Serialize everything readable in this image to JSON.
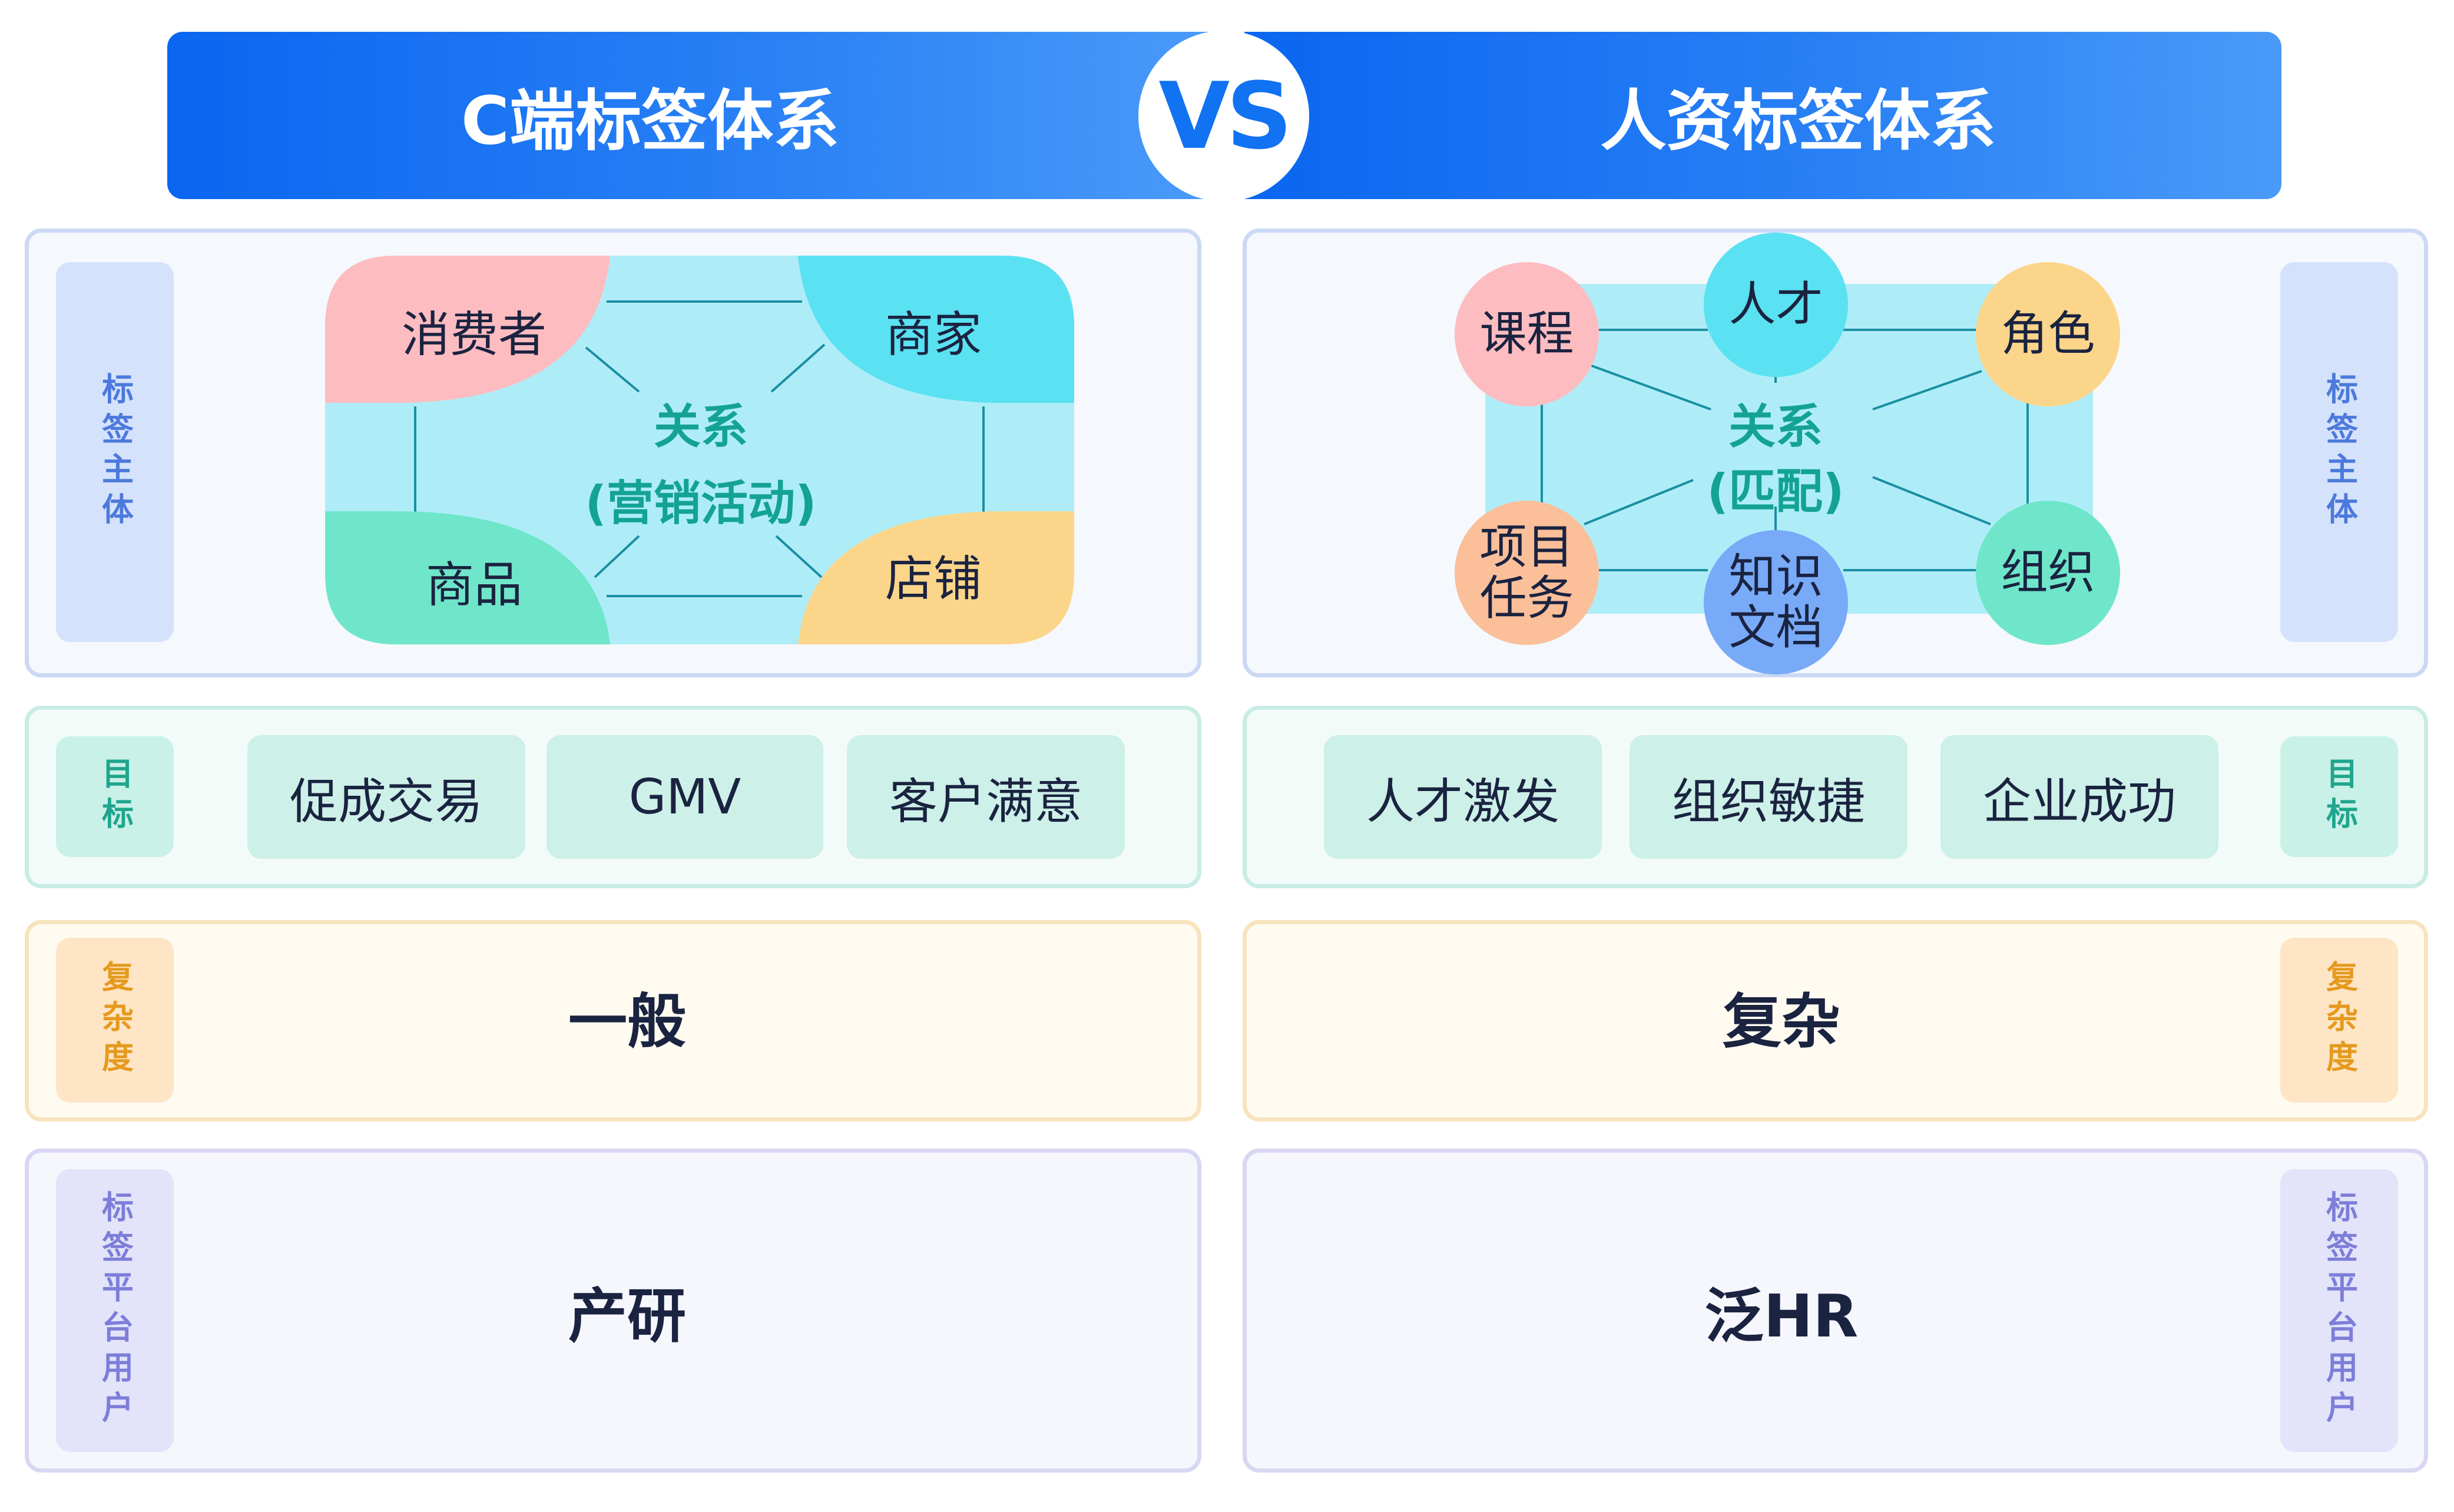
{
  "header": {
    "left_title": "C端标签体系",
    "vs": "VS",
    "right_title": "人资标签体系"
  },
  "labels": {
    "subject": "标签主体",
    "goal": "目标",
    "complexity": "复杂度",
    "user": "标签平台用户"
  },
  "left": {
    "nodes": {
      "consumer": "消费者",
      "merchant": "商家",
      "product": "商品",
      "store": "店铺"
    },
    "relation_title": "关系",
    "relation_sub": "(营销活动)",
    "goals": [
      "促成交易",
      "GMV",
      "客户满意"
    ],
    "complexity": "一般",
    "user": "产研"
  },
  "right": {
    "nodes": {
      "course": "课程",
      "talent": "人才",
      "role": "角色",
      "project_l1": "项目",
      "project_l2": "任务",
      "knowledge_l1": "知识",
      "knowledge_l2": "文档",
      "org": "组织"
    },
    "relation_title": "关系",
    "relation_sub": "(匹配)",
    "goals": [
      "人才激发",
      "组织敏捷",
      "企业成功"
    ],
    "complexity": "复杂",
    "user": "泛HR"
  },
  "colors": {
    "header_blue": "#0a66f0",
    "relation_teal": "#14a393",
    "pink": "#fdbcc0",
    "cyan": "#5ae1f2",
    "mint": "#6fe6c9",
    "orange_yellow": "#fbd58a",
    "peach": "#fbbf9a",
    "soft_blue": "#78aaf8",
    "light_blue_bg": "#aeedf8"
  }
}
